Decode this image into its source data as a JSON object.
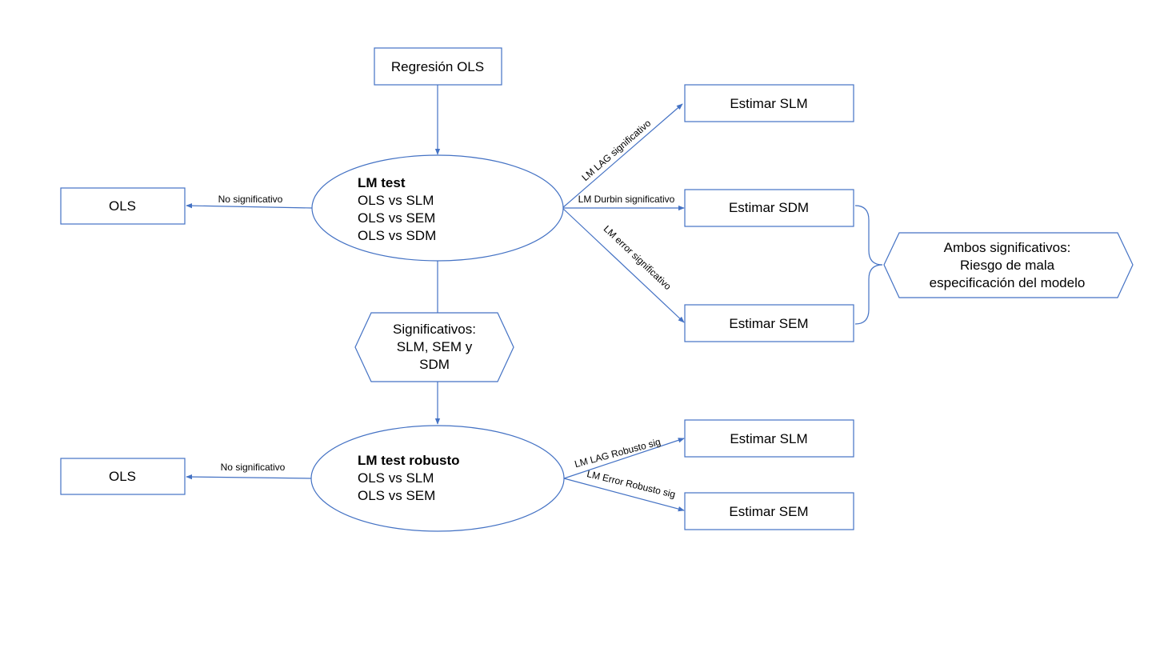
{
  "colors": {
    "stroke": "#4472c4",
    "text": "#000000",
    "background": "#ffffff"
  },
  "nodes": {
    "start": "Regresión OLS",
    "lm_test": {
      "title": "LM test",
      "lines": [
        "OLS vs SLM",
        "OLS vs SEM",
        "OLS vs SDM"
      ]
    },
    "ols_top": "OLS",
    "slm_top": "Estimar SLM",
    "sdm": "Estimar SDM",
    "sem_top": "Estimar SEM",
    "ambos": [
      "Ambos significativos:",
      "Riesgo de mala",
      "especificación del modelo"
    ],
    "significativos": [
      "Significativos:",
      "SLM, SEM y",
      "SDM"
    ],
    "lm_robust": {
      "title": "LM test robusto",
      "lines": [
        "OLS vs SLM",
        "OLS vs SEM"
      ]
    },
    "ols_bottom": "OLS",
    "slm_bottom": "Estimar SLM",
    "sem_bottom": "Estimar SEM"
  },
  "edges": {
    "no_sig_top": "No significativo",
    "lag_sig": "LM LAG significativo",
    "durbin_sig": "LM Durbin significativo",
    "error_sig": "LM error significativo",
    "no_sig_bottom": "No significativo",
    "lag_robust": "LM LAG Robusto sig",
    "error_robust": "LM Error Robusto sig"
  }
}
